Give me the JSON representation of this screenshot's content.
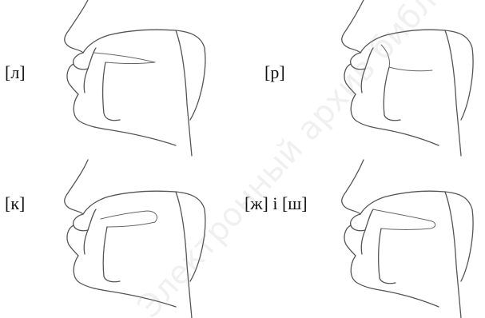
{
  "labels": {
    "l": "[л]",
    "r": "[р]",
    "k": "[к]",
    "zh_sh": "[ж] і [ш]"
  },
  "watermark": "Электронный архив библиотеки",
  "colors": {
    "line": "#555555",
    "label": "#111111",
    "background": "#ffffff"
  }
}
